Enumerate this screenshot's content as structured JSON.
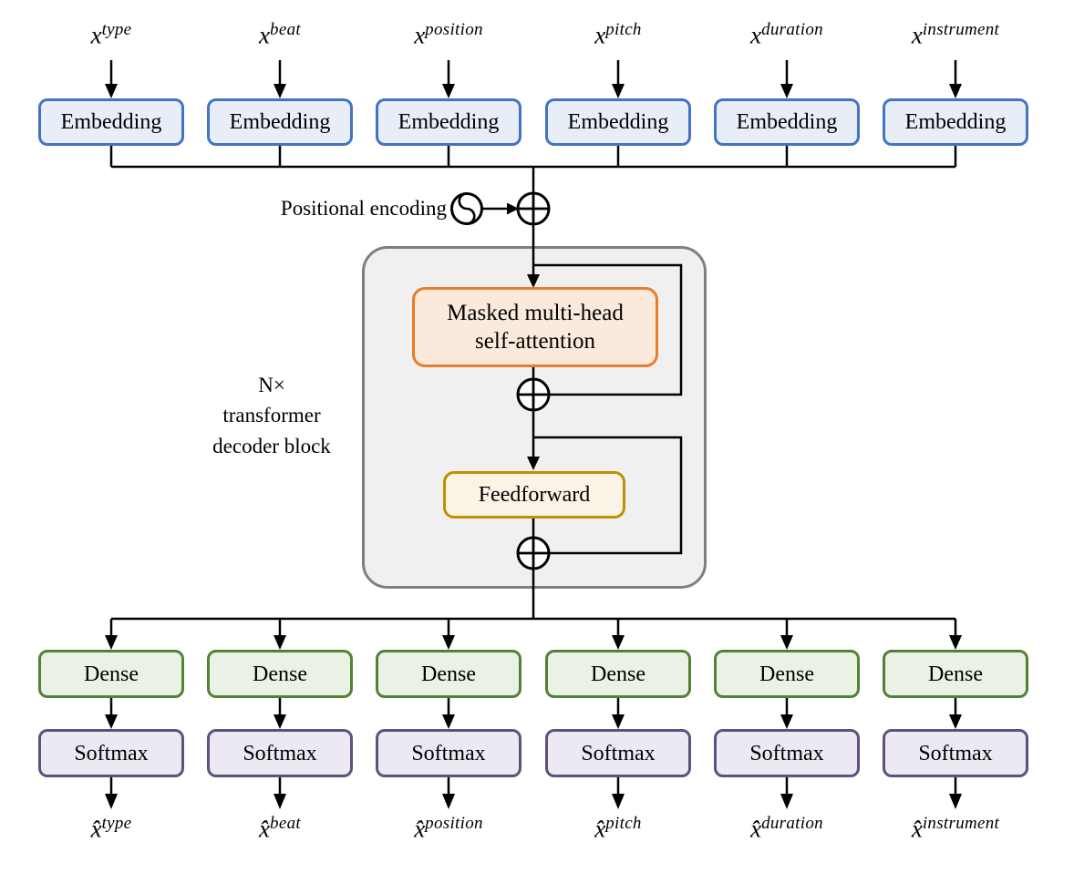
{
  "columns": [
    {
      "input": {
        "base": "x",
        "sup": "type"
      },
      "embedding_label": "Embedding",
      "dense_label": "Dense",
      "softmax_label": "Softmax",
      "output": {
        "base": "x̂",
        "sup": "type"
      }
    },
    {
      "input": {
        "base": "x",
        "sup": "beat"
      },
      "embedding_label": "Embedding",
      "dense_label": "Dense",
      "softmax_label": "Softmax",
      "output": {
        "base": "x̂",
        "sup": "beat"
      }
    },
    {
      "input": {
        "base": "x",
        "sup": "position"
      },
      "embedding_label": "Embedding",
      "dense_label": "Dense",
      "softmax_label": "Softmax",
      "output": {
        "base": "x̂",
        "sup": "position"
      }
    },
    {
      "input": {
        "base": "x",
        "sup": "pitch"
      },
      "embedding_label": "Embedding",
      "dense_label": "Dense",
      "softmax_label": "Softmax",
      "output": {
        "base": "x̂",
        "sup": "pitch"
      }
    },
    {
      "input": {
        "base": "x",
        "sup": "duration"
      },
      "embedding_label": "Embedding",
      "dense_label": "Dense",
      "softmax_label": "Softmax",
      "output": {
        "base": "x̂",
        "sup": "duration"
      }
    },
    {
      "input": {
        "base": "x",
        "sup": "instrument"
      },
      "embedding_label": "Embedding",
      "dense_label": "Dense",
      "softmax_label": "Softmax",
      "output": {
        "base": "x̂",
        "sup": "instrument"
      }
    }
  ],
  "positional_encoding_label": "Positional encoding",
  "decoder_block": {
    "repeat_label": "N×\ntransformer\ndecoder block",
    "attention_label": "Masked multi-head self-attention",
    "feedforward_label": "Feedforward"
  },
  "icons": {
    "sine": "sine-wave-icon",
    "add": "circled-plus-add-icon"
  },
  "colors": {
    "embedding_border": "#4472c4",
    "embedding_fill": "#e8eef8",
    "attention_border": "#e87d2e",
    "attention_fill": "#fbeadc",
    "feedforward_border": "#bf9000",
    "feedforward_fill": "#faf3e6",
    "dense_border": "#538135",
    "dense_fill": "#eaf2e6",
    "softmax_border": "#5f517d",
    "softmax_fill": "#ece9f3",
    "block_border": "#7f7f7f",
    "block_fill": "#f0f0f0",
    "wire": "#000000"
  }
}
